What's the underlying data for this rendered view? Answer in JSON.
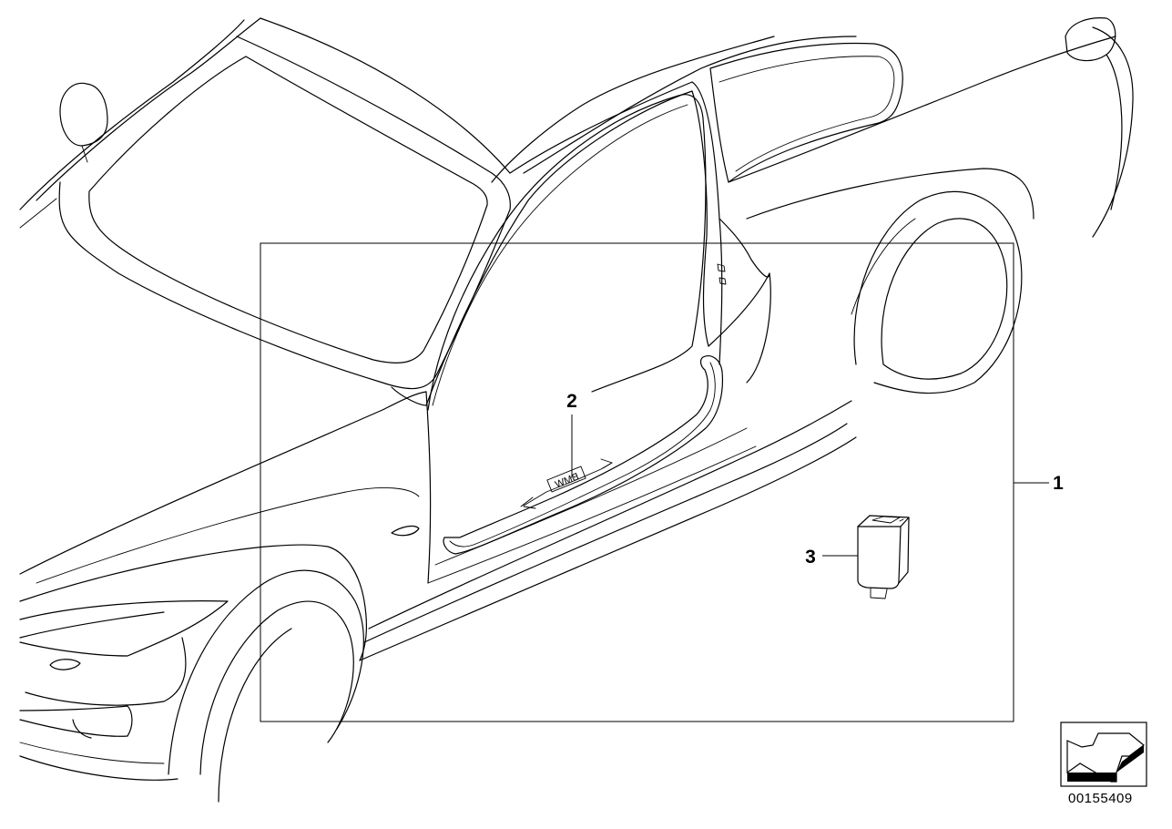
{
  "callouts": [
    {
      "id": "1",
      "label": "1"
    },
    {
      "id": "2",
      "label": "2"
    },
    {
      "id": "3",
      "label": "3"
    }
  ],
  "sill_logo": "BMW",
  "diagram_number": "00155409",
  "icon": "navigation-arrow-icon"
}
